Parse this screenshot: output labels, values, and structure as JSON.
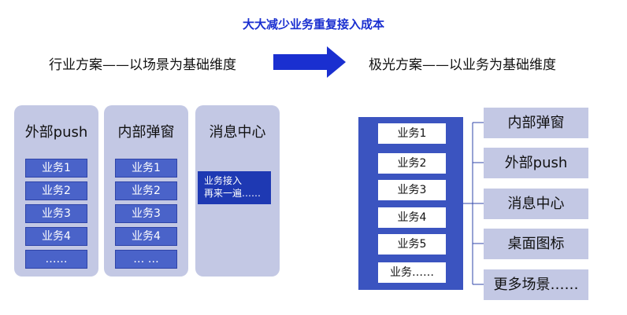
{
  "title": "大大减少业务重复接入成本",
  "left_heading": "行业方案——以场景为基础维度",
  "right_heading": "极光方案——以业务为基础维度",
  "colors": {
    "title": "#1a2fd0",
    "arrow": "#1a2fd0",
    "panel_bg": "#c3c8e4",
    "cell_bg": "#4a63c9",
    "hub_bg": "#3b54c0"
  },
  "left_panels": [
    {
      "title": "外部push",
      "items": [
        "业务1",
        "业务2",
        "业务3",
        "业务4",
        "……"
      ]
    },
    {
      "title": "内部弹窗",
      "items": [
        "业务1",
        "业务2",
        "业务3",
        "业务4",
        "… …"
      ]
    },
    {
      "title": "消息中心",
      "note_line1": "业务接入",
      "note_line2": "再来一遍……"
    }
  ],
  "hub_items": [
    "业务1",
    "业务2",
    "业务3",
    "业务4",
    "业务5",
    "业务……"
  ],
  "targets": [
    "内部弹窗",
    "外部push",
    "消息中心",
    "桌面图标",
    "更多场景……"
  ]
}
